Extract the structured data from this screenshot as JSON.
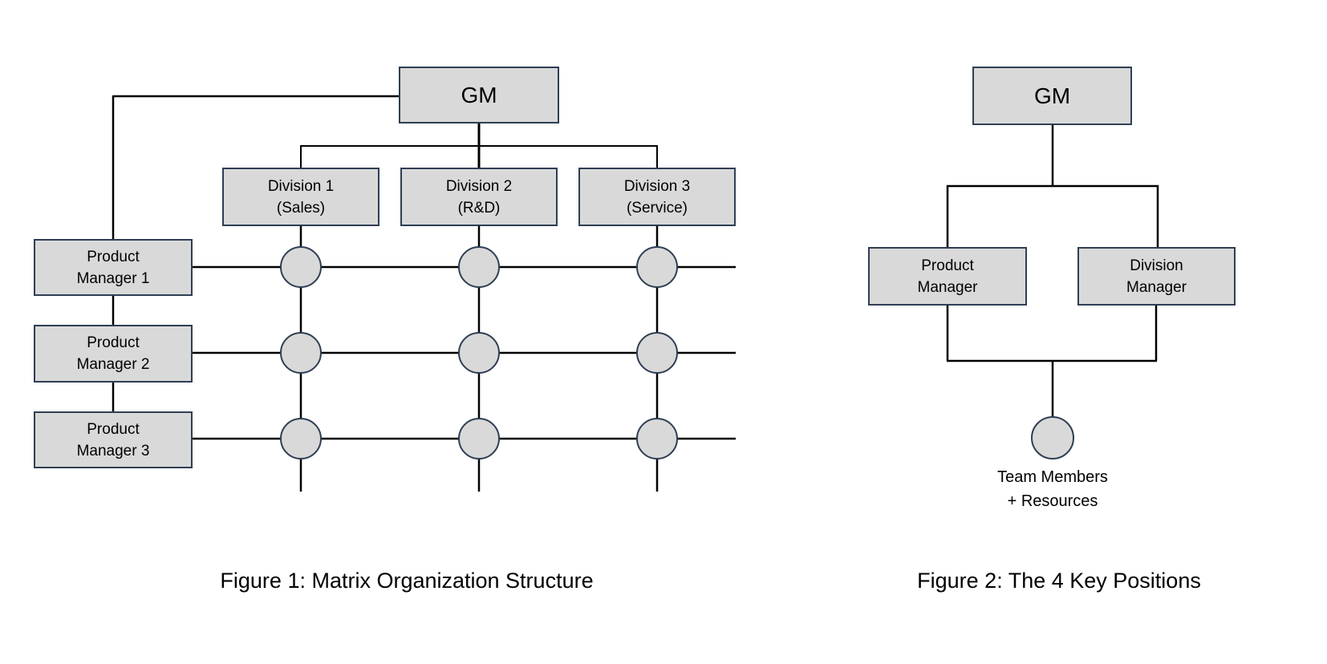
{
  "figure1": {
    "caption": "Figure 1: Matrix Organization Structure",
    "gm_label": "GM",
    "divisions": [
      {
        "line1": "Division 1",
        "line2": "(Sales)"
      },
      {
        "line1": "Division 2",
        "line2": "(R&D)"
      },
      {
        "line1": "Division 3",
        "line2": "(Service)"
      }
    ],
    "product_managers": [
      {
        "line1": "Product",
        "line2": "Manager 1"
      },
      {
        "line1": "Product",
        "line2": "Manager 2"
      },
      {
        "line1": "Product",
        "line2": "Manager 3"
      }
    ],
    "matrix_grid": {
      "rows": 3,
      "columns": 3,
      "intersection_nodes": 9
    }
  },
  "figure2": {
    "caption": "Figure 2: The 4 Key Positions",
    "gm_label": "GM",
    "product_manager": {
      "line1": "Product",
      "line2": "Manager"
    },
    "division_manager": {
      "line1": "Division",
      "line2": "Manager"
    },
    "team_label": {
      "line1": "Team Members",
      "line2": "+ Resources"
    }
  },
  "colors": {
    "background": "#ffffff",
    "box_fill": "#d9d9d9",
    "box_border": "#2f3e54",
    "connector_line": "#000000",
    "text": "#000000"
  }
}
